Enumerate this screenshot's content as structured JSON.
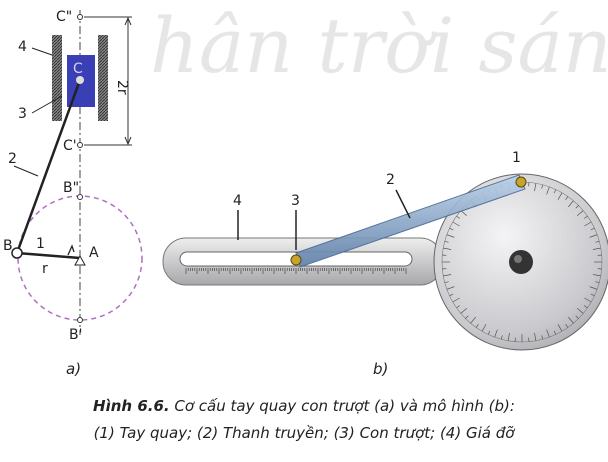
{
  "watermark": "hân trời sán",
  "diagram_a": {
    "points": {
      "c_top": "C\"",
      "c": "C",
      "c_bottom": "C'",
      "b_top": "B\"",
      "b": "B",
      "a": "A",
      "b_bottom": "B'"
    },
    "labels": {
      "crank": "1",
      "rod": "2",
      "slider": "3",
      "guide": "4",
      "radius": "r",
      "stroke": "2r"
    },
    "sublabel": "a)"
  },
  "diagram_b": {
    "labels": {
      "crank": "1",
      "rod": "2",
      "slider": "3",
      "guide": "4"
    },
    "sublabel": "b)"
  },
  "caption": {
    "figure": "Hình 6.6.",
    "line1": " Cơ cấu tay quay con trượt (a) và mô hình (b):",
    "line2": "(1) Tay quay; (2) Thanh truyền; (3) Con trượt; (4) Giá đỡ"
  },
  "colors": {
    "slider": "#3a3fb5",
    "circle": "#b06fc0",
    "dial": "#c8c8cc"
  }
}
